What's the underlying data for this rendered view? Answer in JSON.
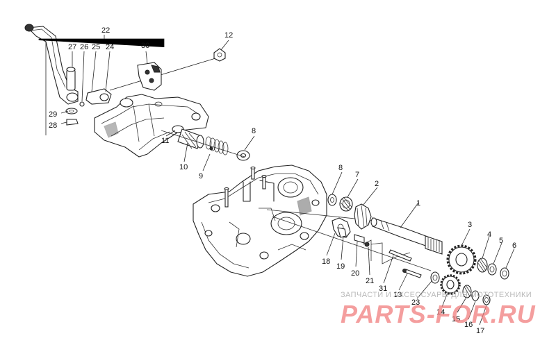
{
  "callouts": [
    "22",
    "27",
    "26",
    "25",
    "24",
    "30",
    "12",
    "29",
    "28",
    "8",
    "11",
    "10",
    "9",
    "8",
    "7",
    "2",
    "1",
    "3",
    "4",
    "5",
    "6",
    "18",
    "19",
    "20",
    "21",
    "31",
    "13",
    "23",
    "14",
    "15",
    "16",
    "17"
  ],
  "watermark": {
    "caption": "ЗАПЧАСТИ И АКСЕССУАРЫ ДЛЯ МОТОТЕХНИКИ",
    "brand": "PARTS-FOR.RU"
  }
}
